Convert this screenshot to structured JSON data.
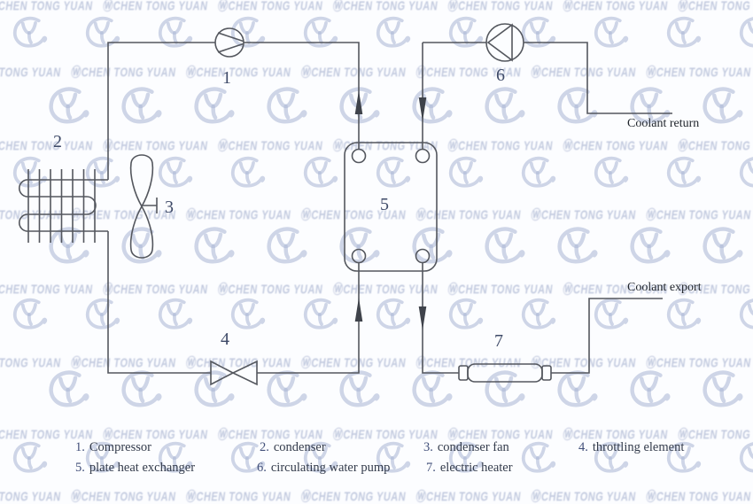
{
  "watermark": {
    "brand_text": "ⓌCHEN TONG YUAN",
    "logo_color": "#c6cee3",
    "text_color": "#bdc6db"
  },
  "diagram": {
    "line_color": "#54575e",
    "component_numbers": {
      "compressor": "1",
      "condenser": "2",
      "condenser_fan": "3",
      "throttling_element": "4",
      "plate_heat_exchanger": "5",
      "circulating_water_pump": "6",
      "electric_heater": "7"
    },
    "coolant_return_label": "Coolant return",
    "coolant_export_label": "Coolant export"
  },
  "legend": {
    "rows": [
      [
        {
          "num": "1.",
          "label": "Compressor"
        },
        {
          "num": "2.",
          "label": "condenser"
        },
        {
          "num": "3.",
          "label": "condenser fan"
        },
        {
          "num": "4.",
          "label": "throttling element"
        }
      ],
      [
        {
          "num": "5.",
          "label": "plate heat exchanger"
        },
        {
          "num": "6.",
          "label": "circulating water pump"
        },
        {
          "num": "7.",
          "label": "electric heater"
        }
      ]
    ]
  }
}
